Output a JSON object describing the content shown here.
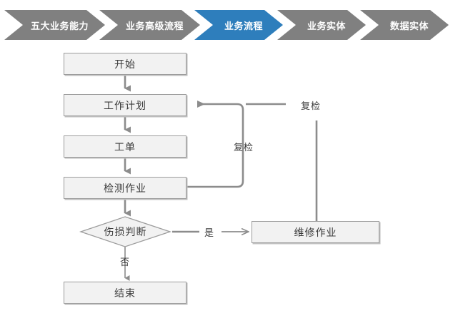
{
  "breadcrumb": {
    "active_color": "#2E7EBC",
    "inactive_color": "#808080",
    "items": [
      {
        "label": "五大业务能力",
        "active": false
      },
      {
        "label": "业务高级流程",
        "active": false
      },
      {
        "label": "业务流程",
        "active": true
      },
      {
        "label": "业务实体",
        "active": false
      },
      {
        "label": "数据实体",
        "active": false
      }
    ]
  },
  "diagram": {
    "node_fill": "#F2F2F2",
    "node_border": "#9C9C9C",
    "connector_color": "#8C8C8C",
    "nodes": {
      "start": "开始",
      "work_plan": "工作计划",
      "work_order": "工单",
      "inspection_task": "检测作业",
      "damage_decision": "伤损判断",
      "repair_task": "维修作业",
      "end": "结束"
    },
    "edge_labels": {
      "yes": "是",
      "no": "否",
      "reinspect_inner": "复检",
      "reinspect_outer": "复检"
    }
  }
}
